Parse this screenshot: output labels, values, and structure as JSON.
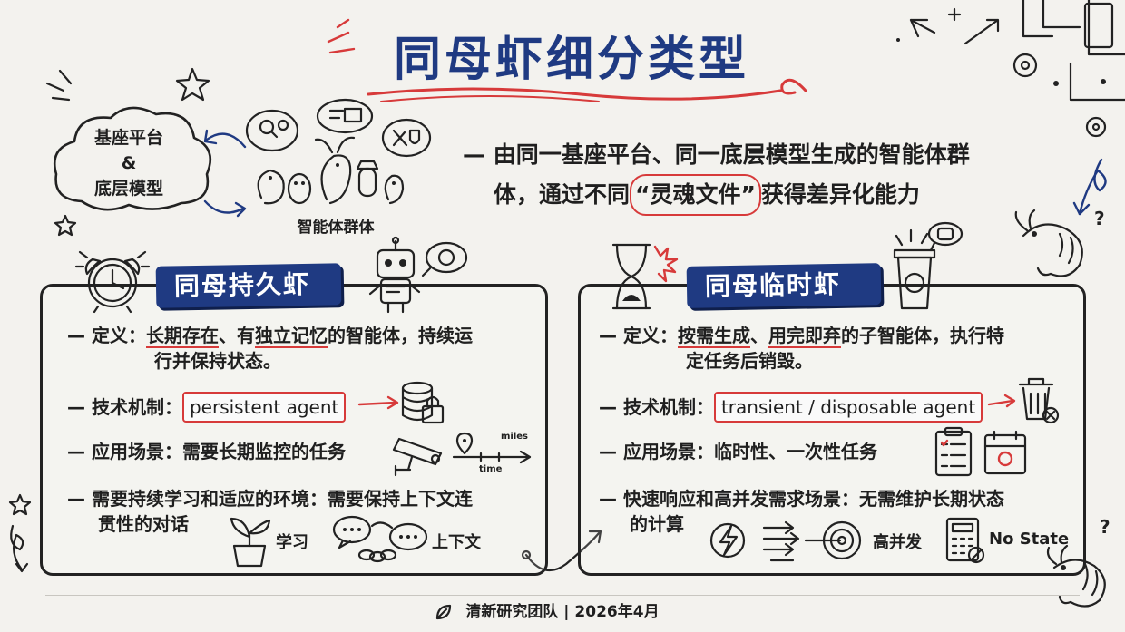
{
  "title": "同母虾细分类型",
  "cloud": {
    "line1": "基座平台",
    "line2": "&",
    "line3": "底层模型"
  },
  "group_label": "智能体群体",
  "intro": {
    "line1": "— 由同一基座平台、同一底层模型生成的智能体群",
    "line2_prefix": "体，通过不同",
    "line2_highlight": "“灵魂文件”",
    "line2_suffix": "获得差异化能力"
  },
  "left": {
    "banner": "同母持久虾",
    "definition": {
      "label": "— 定义：",
      "u1": "长期存在",
      "mid": "、有",
      "u2": "独立记忆",
      "rest": "的智能体，持续运",
      "cont": "行并保持状态。"
    },
    "mechanism": {
      "label": "— 技术机制：",
      "value": "persistent agent"
    },
    "scenario": {
      "label": "— 应用场景：",
      "value": "需要长期监控的任务"
    },
    "env": {
      "line1": "— 需要持续学习和适应的环境：需要保持上下文连",
      "cont": "贯性的对话"
    },
    "tag_learning": "学习",
    "tag_context": "上下文",
    "miles": "miles",
    "time": "time"
  },
  "right": {
    "banner": "同母临时虾",
    "definition": {
      "label": "— 定义：",
      "u1": "按需生成",
      "mid": "、",
      "u2": "用完即弃",
      "rest": "的子智能体，执行特",
      "cont": "定任务后销毁。"
    },
    "mechanism": {
      "label": "— 技术机制：",
      "value": "transient / disposable agent"
    },
    "scenario": {
      "label": "— 应用场景：",
      "value": "临时性、一次性任务"
    },
    "fast": {
      "line1": "— 快速响应和高并发需求场景：无需维护长期状态",
      "cont": "的计算"
    },
    "tag_concurrency": "高并发",
    "tag_nostate": "No State"
  },
  "footer": "清新研究团队 | 2026年4月",
  "colors": {
    "navy": "#1f3a82",
    "red": "#d73a3a",
    "ink": "#222222",
    "paper": "#f3f2ee"
  }
}
